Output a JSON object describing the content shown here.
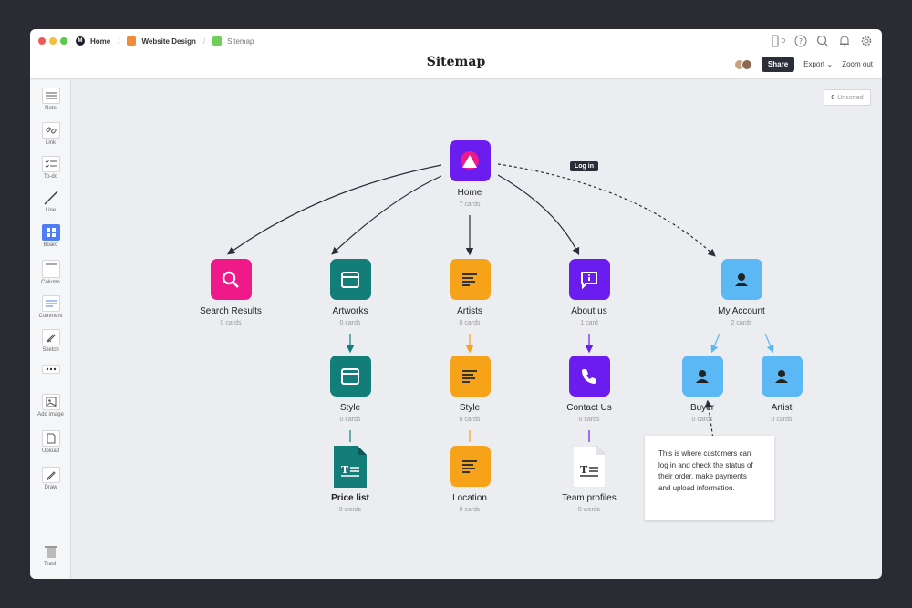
{
  "breadcrumbs": [
    {
      "label": "Home",
      "color": "#1f1f2a"
    },
    {
      "label": "Website Design",
      "color": "#f08b3c"
    },
    {
      "label": "Sitemap",
      "color": "#6fcf5a"
    }
  ],
  "title": "Sitemap",
  "device_count": "0",
  "header": {
    "share_label": "Share",
    "export_label": "Export",
    "zoom_label": "Zoom out"
  },
  "toolbar": [
    {
      "label": "Note",
      "icon": "note-icon"
    },
    {
      "label": "Link",
      "icon": "link-icon"
    },
    {
      "label": "To-do",
      "icon": "todo-icon"
    },
    {
      "label": "Line",
      "icon": "line-icon"
    },
    {
      "label": "Board",
      "icon": "board-icon"
    },
    {
      "label": "Column",
      "icon": "column-icon"
    },
    {
      "label": "Comment",
      "icon": "comment-icon"
    },
    {
      "label": "Sketch",
      "icon": "sketch-icon"
    },
    {
      "label": "Add image",
      "icon": "image-icon"
    },
    {
      "label": "Upload",
      "icon": "upload-icon"
    },
    {
      "label": "Draw",
      "icon": "draw-icon"
    },
    {
      "label": "Trash",
      "icon": "trash-icon"
    }
  ],
  "unsorted": {
    "count": "0",
    "label": "Unsorted"
  },
  "nodes": {
    "home": {
      "label": "Home",
      "sub": "7 cards",
      "color": "#6b1df0"
    },
    "search": {
      "label": "Search Results",
      "sub": "0 cards",
      "color": "#f0198a"
    },
    "artworks": {
      "label": "Artworks",
      "sub": "0 cards",
      "color": "#137d7a"
    },
    "artists": {
      "label": "Artists",
      "sub": "0 cards",
      "color": "#f7a31a"
    },
    "about": {
      "label": "About us",
      "sub": "1 card",
      "color": "#6b1df0"
    },
    "account": {
      "label": "My Account",
      "sub": "2 cards",
      "color": "#5bb8f5"
    },
    "style1": {
      "label": "Style",
      "sub": "0 cards",
      "color": "#137d7a"
    },
    "style2": {
      "label": "Style",
      "sub": "0 cards",
      "color": "#f7a31a"
    },
    "contact": {
      "label": "Contact Us",
      "sub": "0 cards",
      "color": "#6b1df0"
    },
    "buyer": {
      "label": "Buyer",
      "sub": "0 cards",
      "color": "#5bb8f5"
    },
    "artist": {
      "label": "Artist",
      "sub": "0 cards",
      "color": "#5bb8f5"
    },
    "pricelist": {
      "label": "Price list",
      "sub": "0 words",
      "color": "#137d7a"
    },
    "location": {
      "label": "Location",
      "sub": "0 cards",
      "color": "#f7a31a"
    },
    "team": {
      "label": "Team profiles",
      "sub": "0 words",
      "color": "#ffffff"
    }
  },
  "connector_label": "Log in",
  "note_text": "This is where customers can log in and check the status of their order, make payments and upload information."
}
